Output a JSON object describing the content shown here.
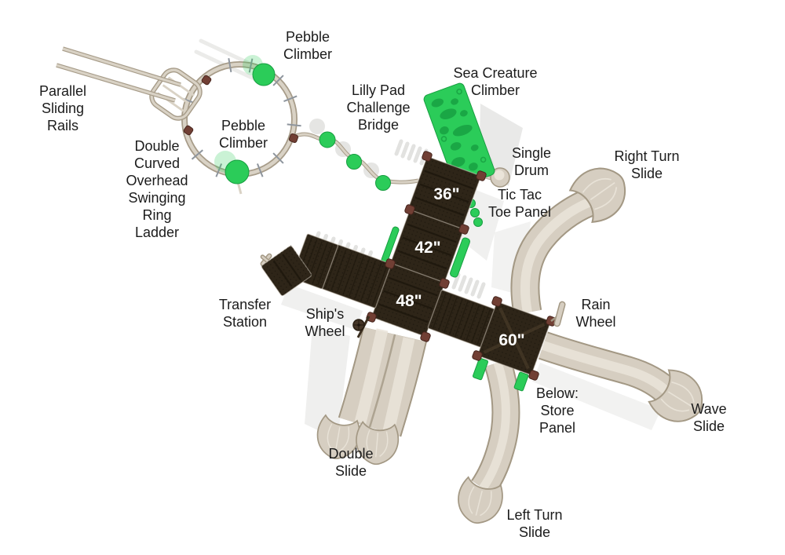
{
  "page": {
    "background": "#ffffff",
    "description": "Top-down plan view of a commercial playground structure with labeled play components"
  },
  "colors": {
    "deck": "#2e2518",
    "deck_groove": "#1d170d",
    "deck_label": "#ffffff",
    "slide": "#d6cec1",
    "slide_edge": "#a39884",
    "slide_hi": "#eae4d9",
    "rail": "#d9d2c5",
    "rail_edge": "#a79c89",
    "green": "#2bcc59",
    "green_dark": "#179d40",
    "clamp": "#713f34",
    "clamp_edge": "#45241c",
    "label": "#1b1b1b",
    "shadow": "#e2e2e0",
    "tick": "#8e959d"
  },
  "diagram": {
    "deck_labels": {
      "deck_36": "36\"",
      "deck_42": "42\"",
      "deck_48": "48\"",
      "deck_60": "60\""
    },
    "labels": {
      "pebble_climber_top": {
        "lines": [
          "Pebble",
          "Climber"
        ]
      },
      "parallel_sliding_rails": {
        "lines": [
          "Parallel",
          "Sliding",
          "Rails"
        ]
      },
      "pebble_climber_ring": {
        "lines": [
          "Pebble",
          "Climber"
        ]
      },
      "overhead_ring_ladder": {
        "lines": [
          "Double",
          "Curved",
          "Overhead",
          "Swinging",
          "Ring",
          "Ladder"
        ]
      },
      "lilly_pad_bridge": {
        "lines": [
          "Lilly Pad",
          "Challenge",
          "Bridge"
        ]
      },
      "sea_creature_climber": {
        "lines": [
          "Sea Creature",
          "Climber"
        ]
      },
      "single_drum": {
        "lines": [
          "Single",
          "Drum"
        ]
      },
      "right_turn_slide": {
        "lines": [
          "Right Turn",
          "Slide"
        ]
      },
      "tic_tac_toe_panel": {
        "lines": [
          "Tic Tac",
          "Toe Panel"
        ]
      },
      "transfer_station": {
        "lines": [
          "Transfer",
          "Station"
        ]
      },
      "ships_wheel": {
        "lines": [
          "Ship's",
          "Wheel"
        ]
      },
      "rain_wheel": {
        "lines": [
          "Rain",
          "Wheel"
        ]
      },
      "below_store_panel": {
        "lines": [
          "Below:",
          "Store",
          "Panel"
        ]
      },
      "wave_slide": {
        "lines": [
          "Wave",
          "Slide"
        ]
      },
      "double_slide": {
        "lines": [
          "Double",
          "Slide"
        ]
      },
      "left_turn_slide": {
        "lines": [
          "Left Turn",
          "Slide"
        ]
      }
    }
  }
}
